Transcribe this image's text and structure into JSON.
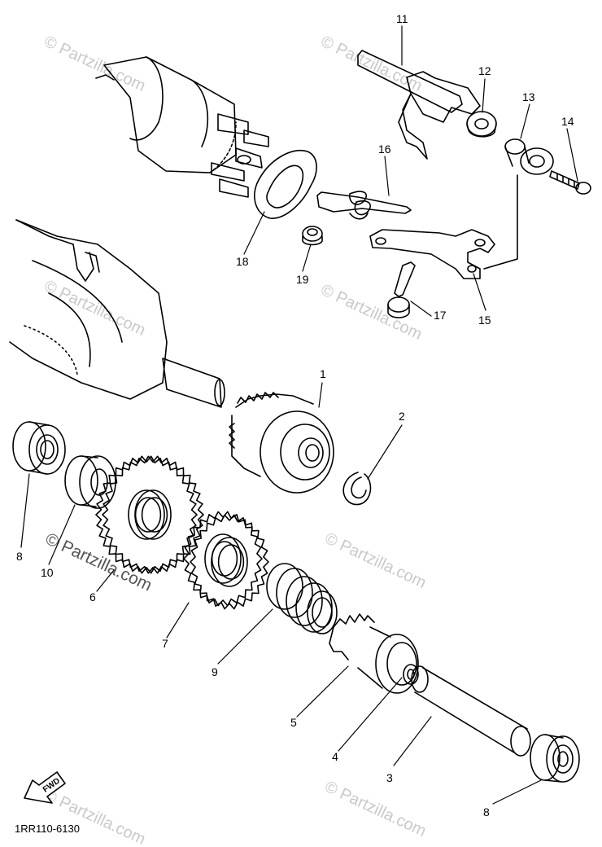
{
  "watermark": "© Partzilla.com",
  "watermark_strong": "© Partzilla.com",
  "fwd_label": "FWD",
  "diagram_code": "1RR110-6130",
  "part_labels": {
    "p1": "1",
    "p2": "2",
    "p3": "3",
    "p4": "4",
    "p5": "5",
    "p6": "6",
    "p7": "7",
    "p8a": "8",
    "p8b": "8",
    "p9": "9",
    "p10": "10",
    "p11": "11",
    "p12": "12",
    "p13": "13",
    "p14": "14",
    "p15": "15",
    "p16": "16",
    "p17": "17",
    "p18": "18",
    "p19": "19"
  }
}
